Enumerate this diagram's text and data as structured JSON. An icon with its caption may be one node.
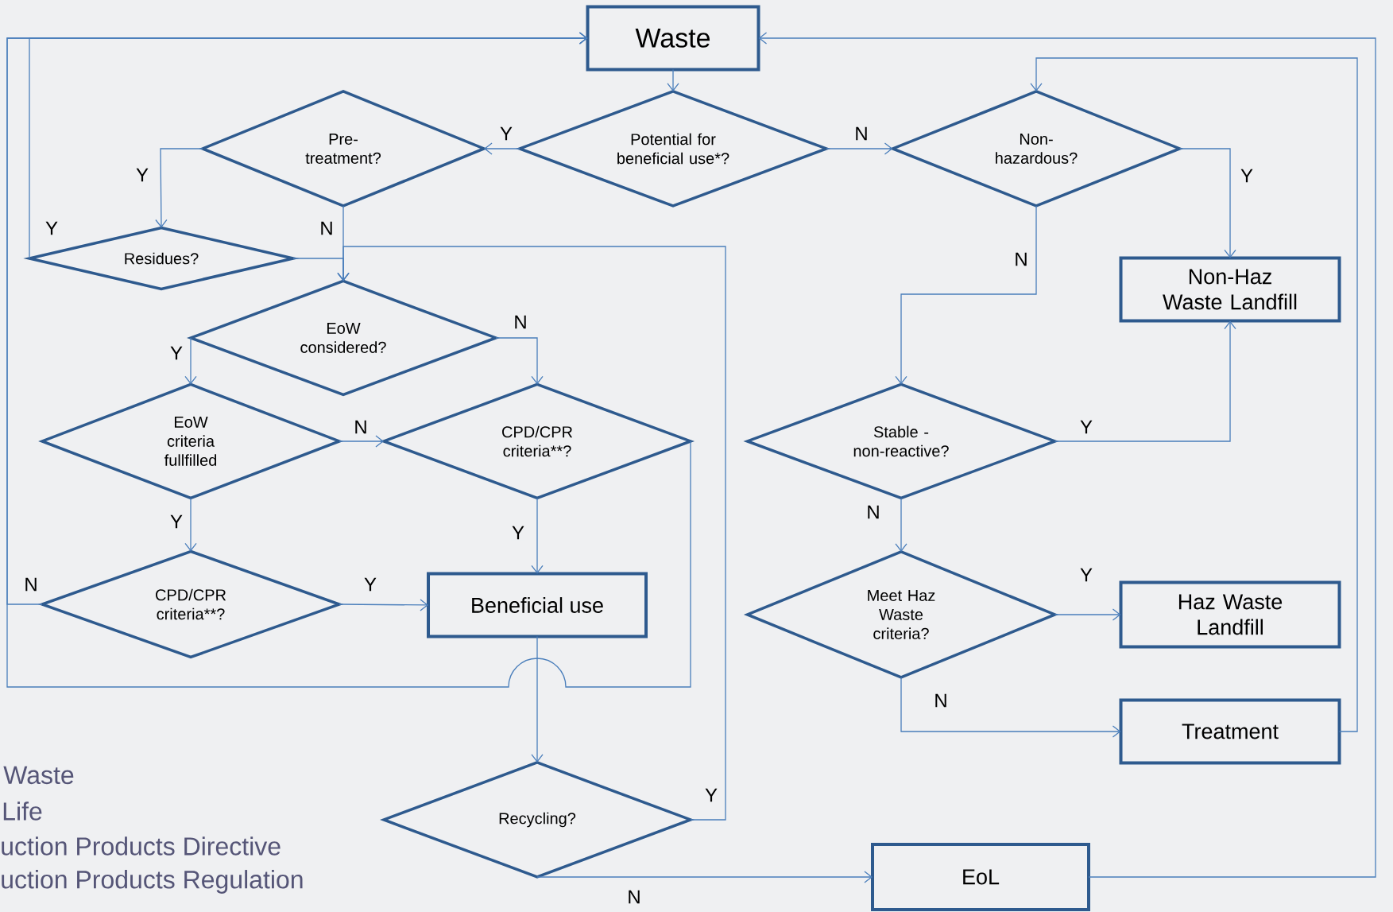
{
  "diagram": {
    "nodes": [
      {
        "text": [
          "Waste"
        ]
      },
      {
        "text": [
          "Potential for beneficial use*?"
        ]
      },
      {
        "text": [
          "Pre-treatment?"
        ]
      },
      {
        "text": [
          "Non-hazardous?"
        ]
      },
      {
        "text": [
          "Residues?"
        ]
      },
      {
        "text": [
          "Non-Haz Waste Landfill"
        ]
      },
      {
        "text": [
          "EoW considered?"
        ]
      },
      {
        "text": [
          "EoW criteria fullfilled"
        ]
      },
      {
        "text": [
          "CPD/CPR criteria**?"
        ]
      },
      {
        "text": [
          "Stable - non-reactive?"
        ]
      },
      {
        "text": [
          "CPD/CPR criteria**?"
        ]
      },
      {
        "text": [
          "Beneficial use"
        ]
      },
      {
        "text": [
          "Meet Haz Waste criteria?"
        ]
      },
      {
        "text": [
          "Haz Waste Landfill"
        ]
      },
      {
        "text": [
          "Treatment"
        ]
      },
      {
        "text": [
          "Recycling?"
        ]
      },
      {
        "text": [
          "EoL"
        ]
      }
    ],
    "edges": [
      {
        "from": 0,
        "to": 1,
        "arrow": "to"
      },
      {
        "from": 1,
        "to": 2,
        "arrow": "to",
        "label": "Y"
      },
      {
        "from": 1,
        "to": 3,
        "arrow": "to",
        "label": "N"
      },
      {
        "from": 2,
        "to": 4,
        "arrow": "to",
        "label": "Y"
      },
      {
        "from": 2,
        "to": 6,
        "arrow": "to",
        "label": "N"
      },
      {
        "from": 4,
        "to": 0,
        "arrow": "to",
        "label": "Y"
      },
      {
        "from": 4,
        "to": 6,
        "arrow": "to"
      },
      {
        "from": 15,
        "to": 6,
        "arrow": "to",
        "label": "Y"
      },
      {
        "from": 6,
        "to": 7,
        "arrow": "to",
        "label": "Y"
      },
      {
        "from": 6,
        "to": 8,
        "arrow": "to",
        "label": "N"
      },
      {
        "from": 7,
        "to": 8,
        "arrow": "to",
        "label": "N"
      },
      {
        "from": 7,
        "to": 10,
        "arrow": "to",
        "label": "Y"
      },
      {
        "from": 8,
        "to": 11,
        "arrow": "to",
        "label": "Y"
      },
      {
        "from": 10,
        "to": 11,
        "arrow": "to",
        "label": "Y"
      },
      {
        "from": 10,
        "to": 0,
        "arrow": "to",
        "label": "N"
      },
      {
        "from": 8,
        "to": 0,
        "arrow": "to"
      },
      {
        "from": 11,
        "to": 15,
        "arrow": "to"
      },
      {
        "from": 15,
        "to": 16,
        "arrow": "to",
        "label": "N"
      },
      {
        "from": 16,
        "to": 0,
        "arrow": "to"
      },
      {
        "from": 3,
        "to": 5,
        "arrow": "to",
        "label": "Y"
      },
      {
        "from": 3,
        "to": 9,
        "arrow": "to",
        "label": "N"
      },
      {
        "from": 9,
        "to": 5,
        "arrow": "to",
        "label": "Y"
      },
      {
        "from": 9,
        "to": 12,
        "arrow": "to",
        "label": "N"
      },
      {
        "from": 12,
        "to": 13,
        "arrow": "to",
        "label": "Y"
      },
      {
        "from": 12,
        "to": 14,
        "arrow": "to",
        "label": "N"
      },
      {
        "from": 14,
        "to": 3,
        "arrow": "to"
      }
    ],
    "labels": [
      "Waste",
      "Life",
      "uction Products Directive",
      "uction Products Regulation"
    ]
  }
}
